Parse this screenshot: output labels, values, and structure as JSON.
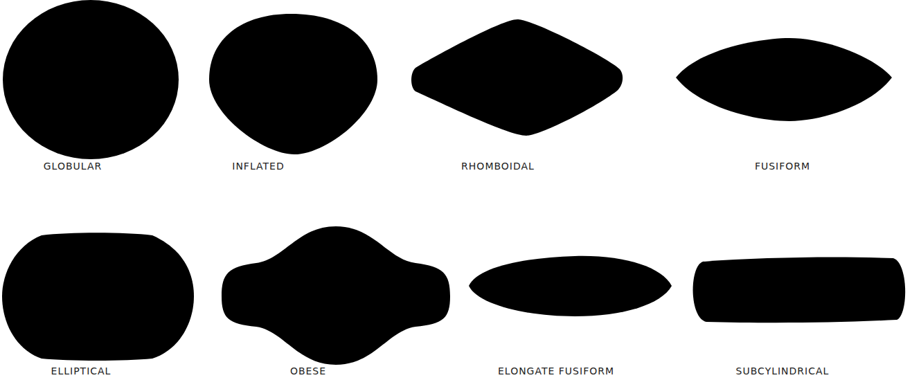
{
  "diagram": {
    "labels": [
      "GLOBULAR",
      "INFLATED",
      "RHOMBOIDAL",
      "FUSIFORM",
      "ELLIPTICAL",
      "OBESE",
      "ELONGATE FUSIFORM",
      "SUBCYLINDRICAL"
    ]
  }
}
